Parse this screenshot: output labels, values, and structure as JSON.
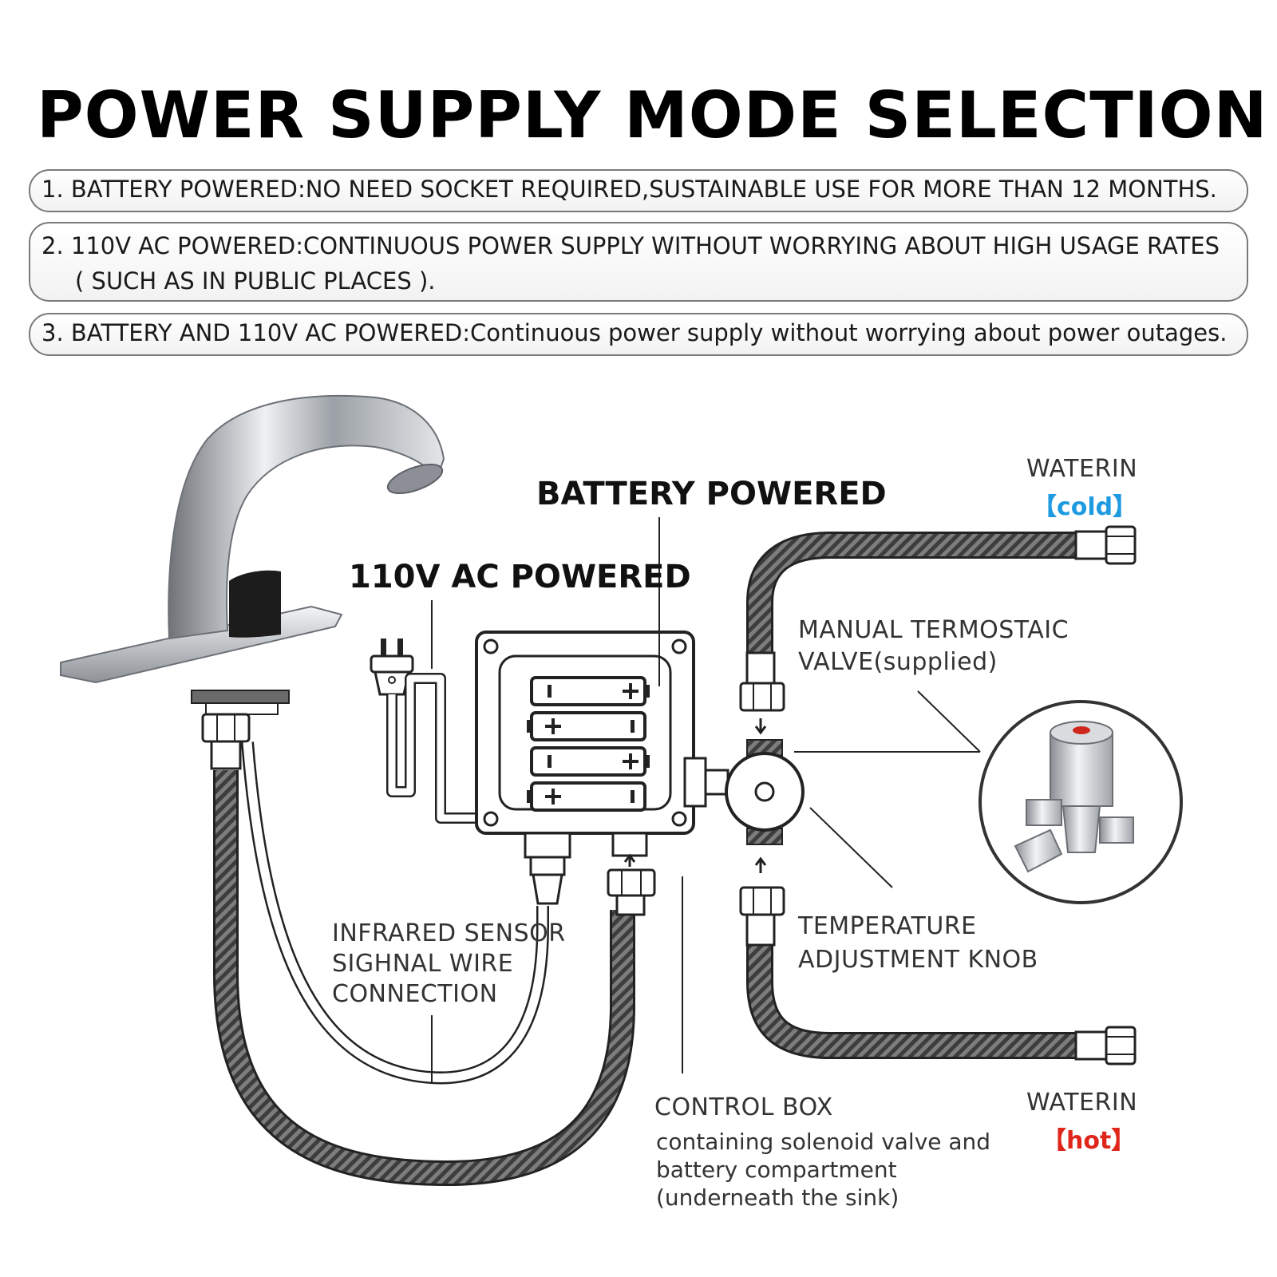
{
  "title": "POWER SUPPLY MODE SELECTION",
  "modes": [
    {
      "text": "1.  BATTERY POWERED:NO NEED SOCKET REQUIRED,SUSTAINABLE USE FOR MORE THAN 12 MONTHS."
    },
    {
      "line1": "2. 110V AC POWERED:CONTINUOUS POWER SUPPLY WITHOUT WORRYING ABOUT HIGH USAGE RATES",
      "line2": "( SUCH AS IN PUBLIC PLACES )."
    },
    {
      "text": "3. BATTERY AND 110V AC POWERED:Continuous power supply without worrying about power outages."
    }
  ],
  "labels": {
    "battery_powered": "BATTERY POWERED",
    "ac_powered": "110V AC POWERED",
    "water_in_cold": "WATERIN",
    "cold": "【cold】",
    "water_in_hot": "WATERIN",
    "hot": "【hot】",
    "valve_line1": "MANUAL TERMOSTAIC",
    "valve_line2": "VALVE(supplied)",
    "knob_line1": "TEMPERATURE",
    "knob_line2": "ADJUSTMENT KNOB",
    "sensor_line1": "INFRARED SENSOR",
    "sensor_line2": "SIGHNAL WIRE",
    "sensor_line3": "CONNECTION",
    "box_title": "CONTROL BOX",
    "box_line1": "containing solenoid valve and",
    "box_line2": "battery compartment",
    "box_line3": "(underneath the sink)"
  },
  "colors": {
    "cold": "#1e9be0",
    "hot": "#e0261b",
    "chrome": "#b8bcc2"
  }
}
